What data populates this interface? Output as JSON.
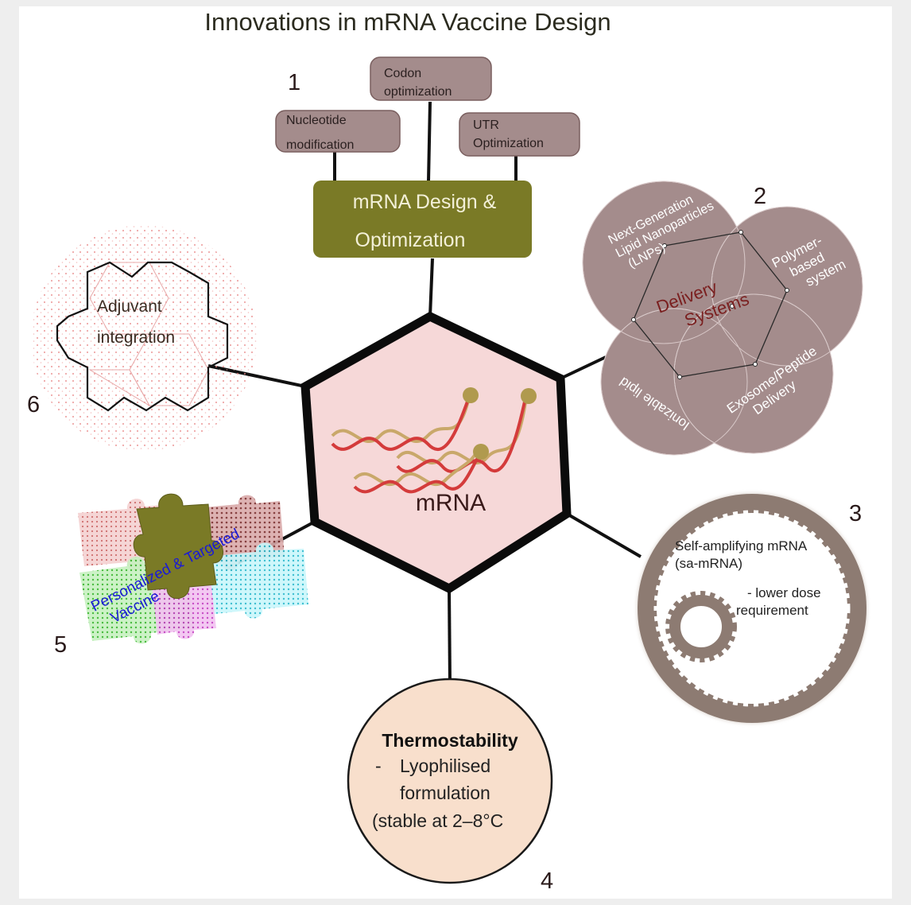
{
  "title": "Innovations in mRNA Vaccine Design",
  "center": {
    "label": "mRNA"
  },
  "design": {
    "number": "1",
    "main_label_line1": "mRNA Design &",
    "main_label_line2": "Optimization",
    "codon_line1": "Codon",
    "codon_line2": "optimization",
    "nucleotide_line1": "Nucleotide",
    "nucleotide_line2": "modification",
    "utr_line1": "UTR",
    "utr_line2": "Optimization"
  },
  "delivery": {
    "number": "2",
    "center_line1": "Delivery",
    "center_line2": "Systems",
    "lnp_line1": "Next-Generation",
    "lnp_line2": "Lipid Nanoparticles",
    "lnp_line3": "(LNPs)",
    "polymer_line1": "Polymer-",
    "polymer_line2": "based",
    "polymer_line3": "system",
    "ionizable": "Ionizable lipid",
    "exosome_line1": "Exosome/Peptide",
    "exosome_line2": "Delivery"
  },
  "saRNA": {
    "number": "3",
    "line1": "Self-amplifying mRNA",
    "line2": "(sa-mRNA)",
    "note_line1": "- lower dose",
    "note_line2": "requirement"
  },
  "thermo": {
    "number": "4",
    "title": "Thermostability",
    "dash": "-",
    "line1": "Lyophilised",
    "line2": "formulation",
    "line3": "(stable at 2–8°C"
  },
  "personalized": {
    "number": "5",
    "line1": "Personalized & Targeted",
    "line2": "Vaccine"
  },
  "adjuvant": {
    "number": "6",
    "line1": "Adjuvant",
    "line2": "integration"
  },
  "colors": {
    "mauve": "#a48c8c",
    "mauve_dark": "#7a5f5f",
    "olive": "#7a7a26",
    "hex_fill": "#f6d8d8",
    "gear": "#8d7b72",
    "thermo_fill": "#f8dfcc",
    "delivery_text": "#7a1f1f",
    "blue_text": "#1a1ad6"
  }
}
